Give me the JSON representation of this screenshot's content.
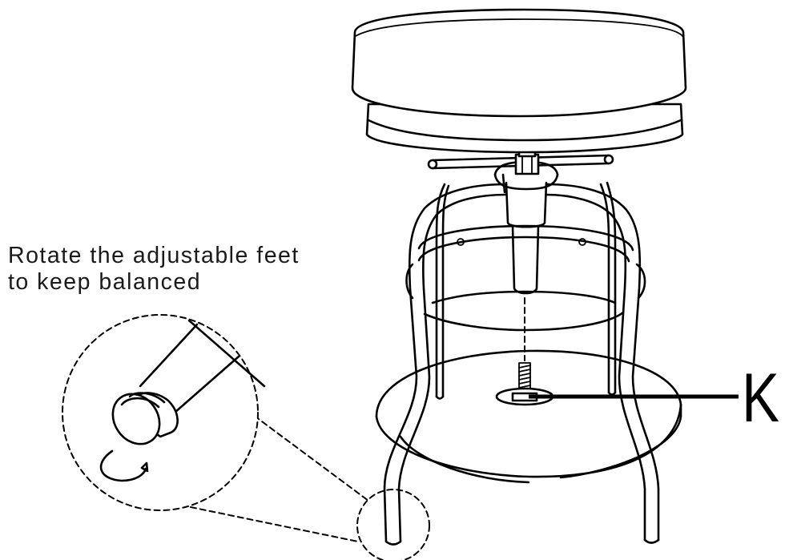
{
  "instruction": {
    "line1": "Rotate the adjustable feet",
    "line2": "to keep balanced"
  },
  "part_label": "K"
}
